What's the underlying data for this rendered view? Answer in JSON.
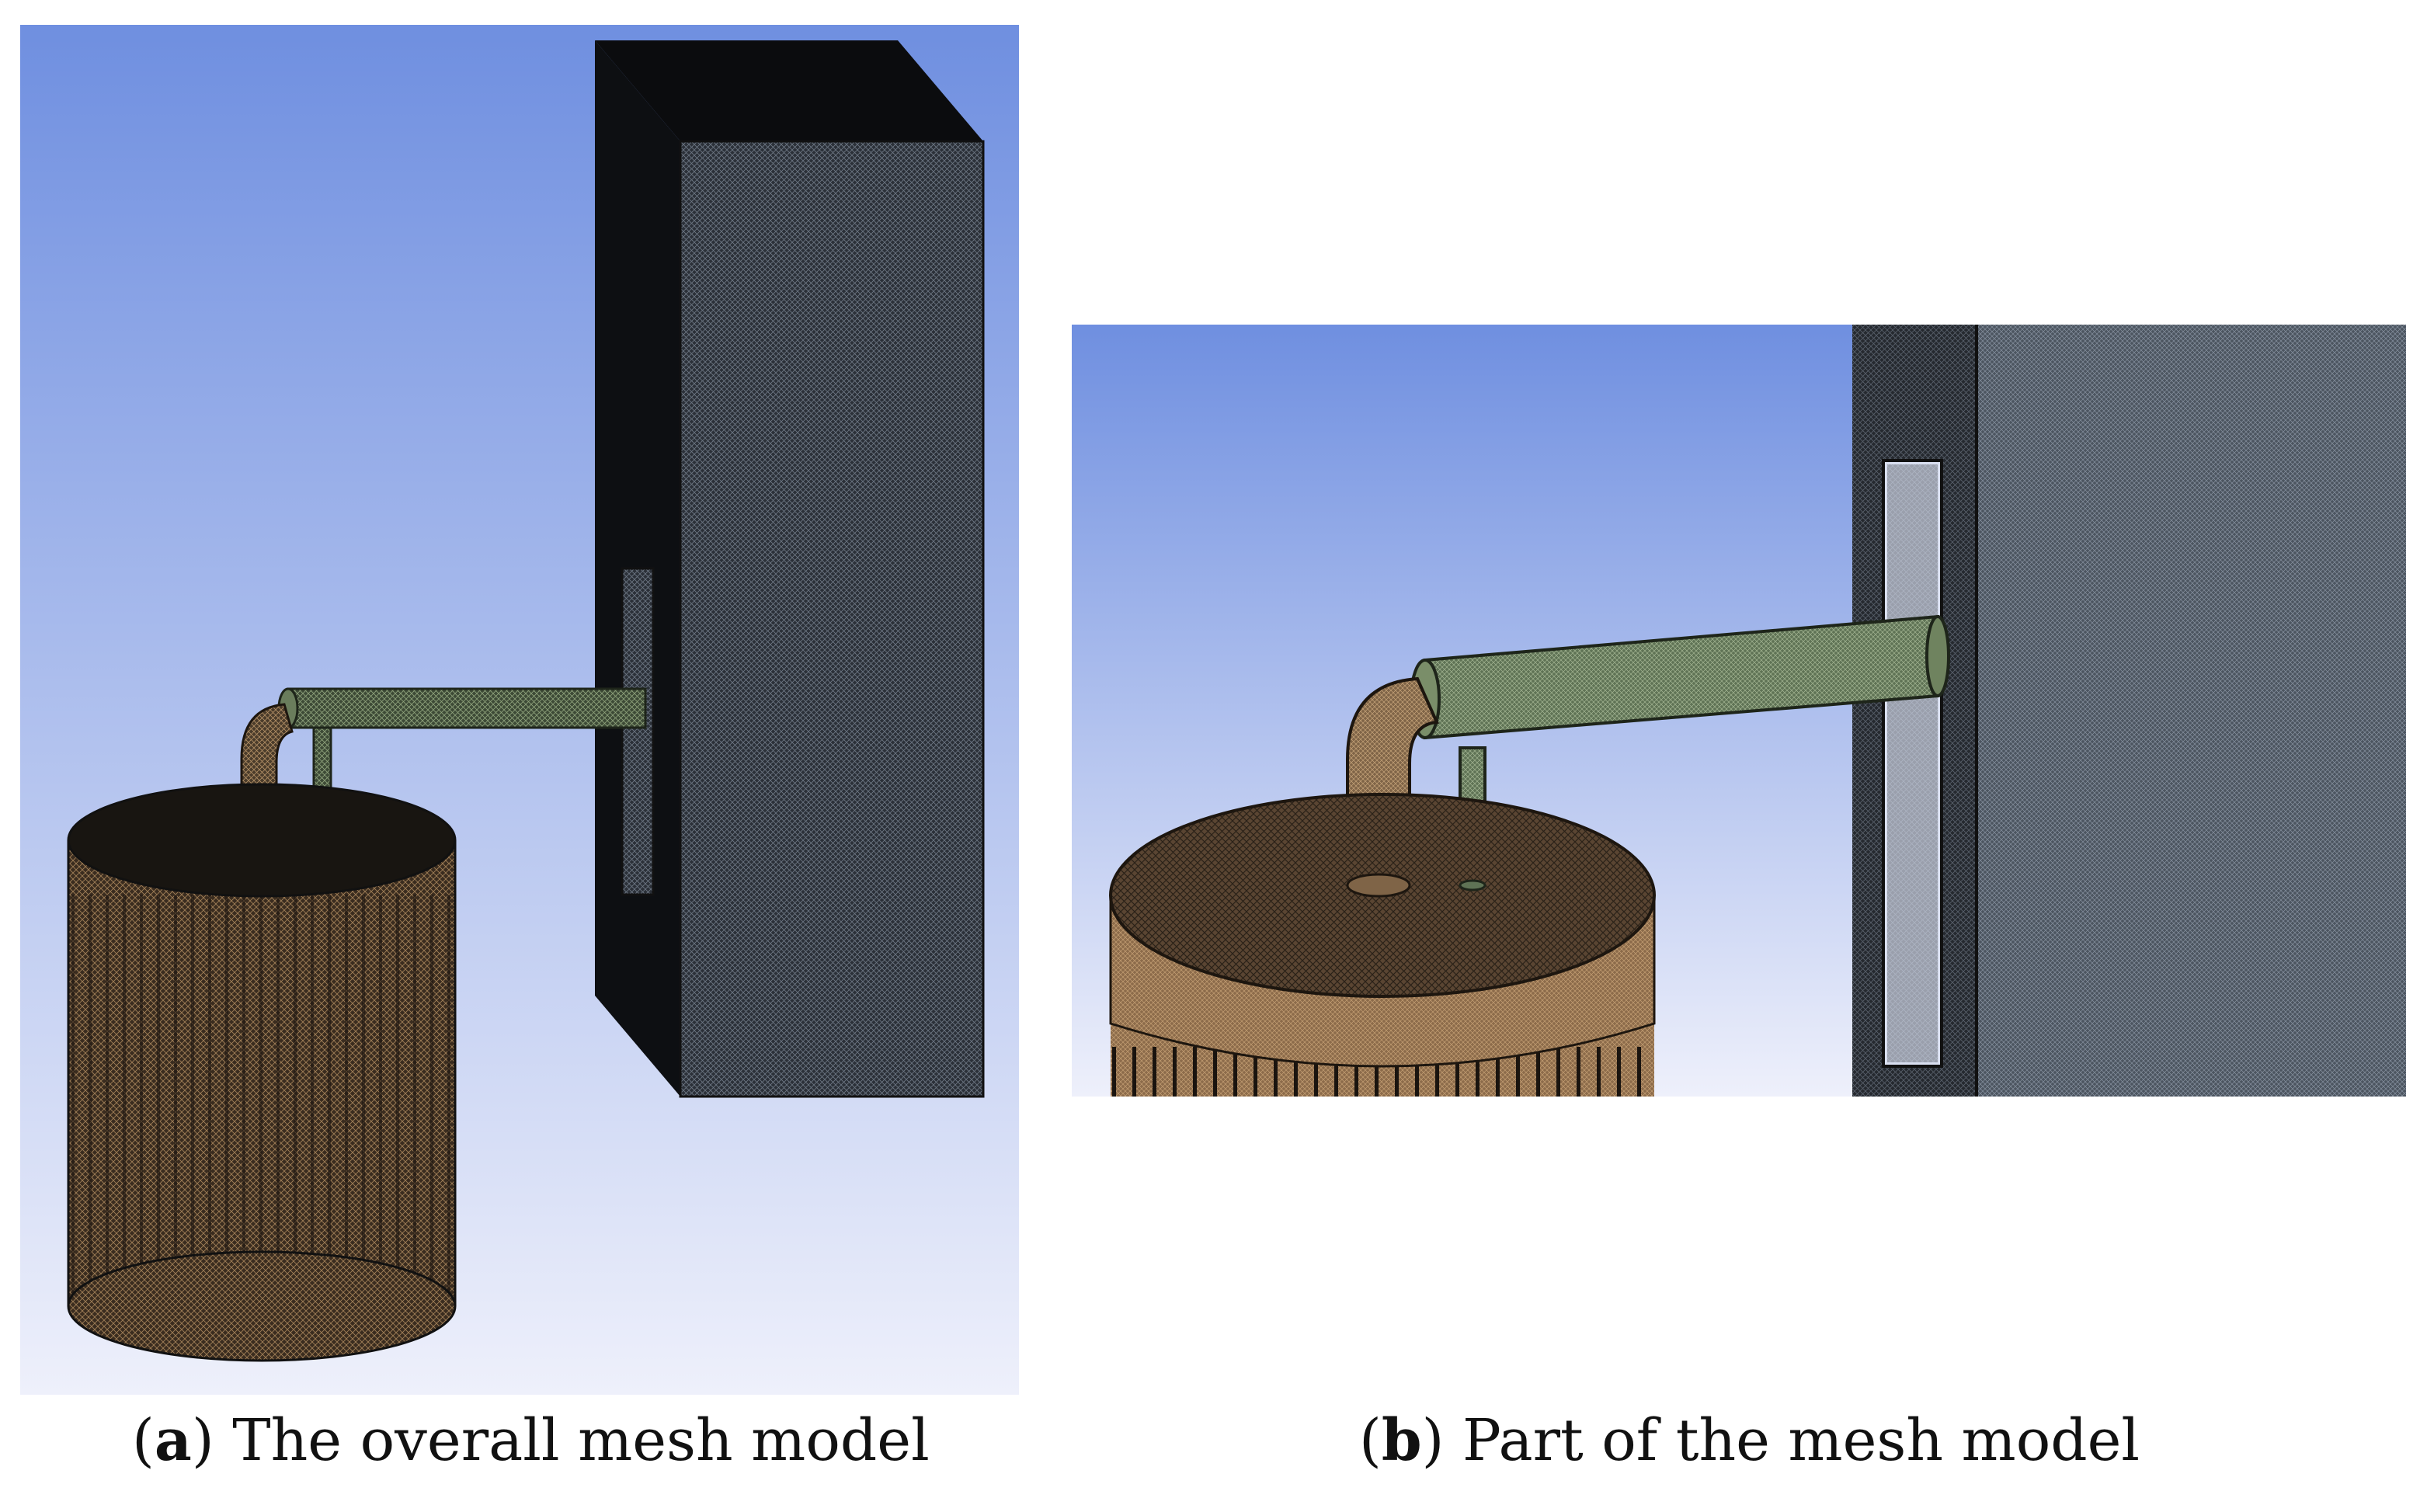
{
  "figure": {
    "panel_a": {
      "caption_letter": "a",
      "caption_text": "The overall mesh model"
    },
    "panel_b": {
      "caption_letter": "b",
      "caption_text": "Part of the mesh model"
    }
  },
  "colors": {
    "background_top": "#6f8fe0",
    "background_bottom": "#eef0fb",
    "tank_mesh": "#8a6a4a",
    "pipe_mesh": "#5f7355",
    "box_mesh": "#3b4149"
  }
}
